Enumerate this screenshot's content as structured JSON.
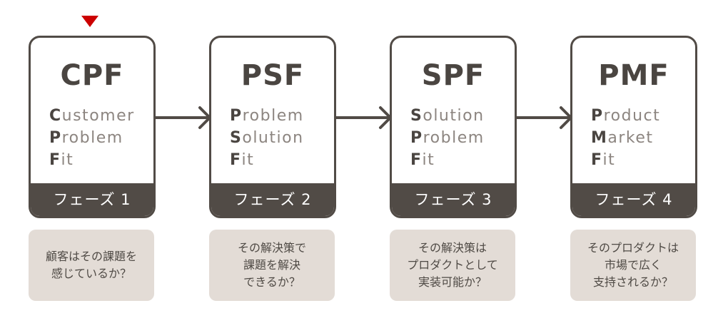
{
  "phases": [
    {
      "abbr": "CPF",
      "words": [
        {
          "initial": "C",
          "rest": "ustomer"
        },
        {
          "initial": "P",
          "rest": "roblem"
        },
        {
          "initial": "F",
          "rest": "it"
        }
      ],
      "phase": "フェーズ 1",
      "question": "顧客はその課題を\n感じているか？"
    },
    {
      "abbr": "PSF",
      "words": [
        {
          "initial": "P",
          "rest": "roblem"
        },
        {
          "initial": "S",
          "rest": "olution"
        },
        {
          "initial": "F",
          "rest": "it"
        }
      ],
      "phase": "フェーズ 2",
      "question": "その解決策で\n課題を解決\nできるか？"
    },
    {
      "abbr": "SPF",
      "words": [
        {
          "initial": "S",
          "rest": "olution"
        },
        {
          "initial": "P",
          "rest": "roblem"
        },
        {
          "initial": "F",
          "rest": "it"
        }
      ],
      "phase": "フェーズ 3",
      "question": "その解決策は\nプロダクトとして\n実装可能か？"
    },
    {
      "abbr": "PMF",
      "words": [
        {
          "initial": "P",
          "rest": "roduct"
        },
        {
          "initial": "M",
          "rest": "arket"
        },
        {
          "initial": "F",
          "rest": "it"
        }
      ],
      "phase": "フェーズ 4",
      "question": "そのプロダクトは\n市場で広く\n支持されるか？"
    }
  ],
  "current_phase": 1,
  "colors": {
    "dark": "#514b46",
    "marker": "#cc0000",
    "question_bg": "#e3dcd6"
  }
}
